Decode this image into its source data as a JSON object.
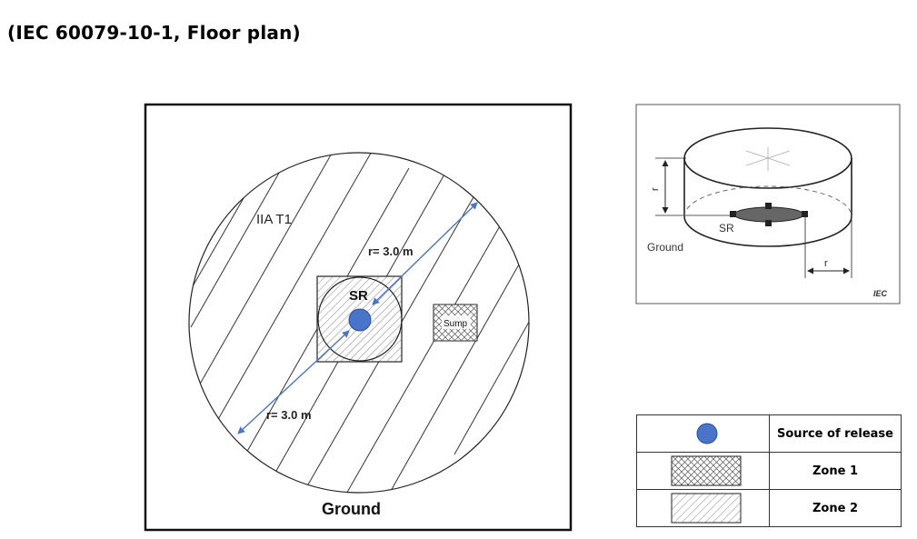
{
  "title": "(IEC 60079-10-1, Floor plan)",
  "floor_plan": {
    "gas_group_label": "IIA T1",
    "radius_label_upper": "r= 3.0 m",
    "radius_label_lower": "r= 3.0 m",
    "source_label": "SR",
    "sump_label": "Sump",
    "ground_label": "Ground"
  },
  "side_view": {
    "height_label": "r",
    "radius_label": "r",
    "source_label": "SR",
    "ground_label": "Ground",
    "iec_mark": "IEC"
  },
  "legend": {
    "rows": [
      {
        "symbol": "source-of-release",
        "label": "Source of release"
      },
      {
        "symbol": "zone-1-crosshatch",
        "label": "Zone 1"
      },
      {
        "symbol": "zone-2-hatch",
        "label": "Zone 2"
      }
    ]
  },
  "colors": {
    "source_fill": "#4a74c9",
    "arrow_color": "#4a74c9",
    "line_color": "#333333"
  }
}
